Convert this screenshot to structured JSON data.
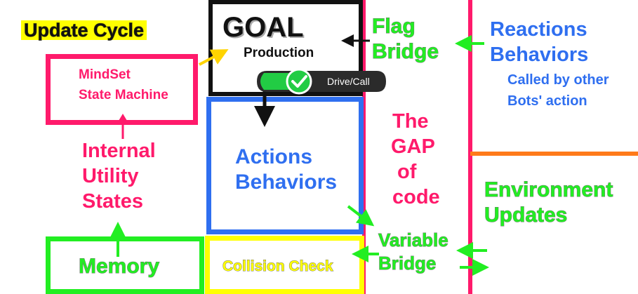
{
  "update_cycle": "Update Cycle",
  "goal": {
    "title": "GOAL",
    "subtitle": "Production"
  },
  "flag_bridge": {
    "line1": "Flag",
    "line2": "Bridge"
  },
  "reactions": {
    "line1": "Reactions",
    "line2": "Behaviors",
    "note1": "Called by other",
    "note2": "Bots' action"
  },
  "mindset": {
    "line1": "MindSet",
    "line2": "State Machine"
  },
  "drive_call": "Drive/Call",
  "actions": {
    "line1": "Actions",
    "line2": "Behaviors"
  },
  "gap": {
    "line1": "The",
    "line2": "GAP",
    "line3": "of",
    "line4": "code"
  },
  "internal": {
    "line1": "Internal",
    "line2": "Utility",
    "line3": "States"
  },
  "environment": {
    "line1": "Environment",
    "line2": "Updates"
  },
  "memory": "Memory",
  "collision": "Collision Check",
  "variable_bridge": {
    "line1": "Variable",
    "line2": "Bridge"
  },
  "colors": {
    "pink": "#ff1a6b",
    "green": "#22ee22",
    "blue": "#2f6ff0",
    "yellow": "#ffff00",
    "orange": "#ff7a1a",
    "black": "#111111"
  }
}
